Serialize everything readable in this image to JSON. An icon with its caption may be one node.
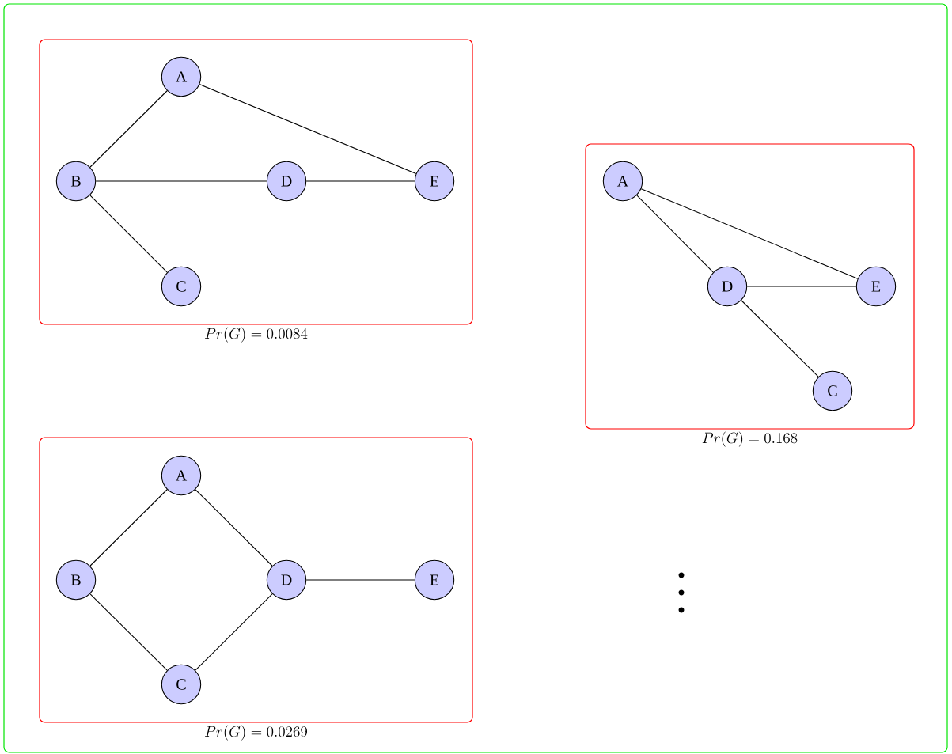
{
  "diagram": {
    "nodes": [
      {
        "text": [],
        "shape": "box"
      },
      {
        "text": [
          "Pr(G) = 0.0084"
        ],
        "in": 0
      },
      {
        "text": [
          "A"
        ],
        "in": 1
      },
      {
        "text": [
          "B"
        ],
        "in": 1
      },
      {
        "text": [
          "D"
        ],
        "in": 1
      },
      {
        "text": [
          "E"
        ],
        "in": 1
      },
      {
        "text": [
          "C"
        ],
        "in": 1
      },
      {
        "text": [
          "Pr(G) = 0.168"
        ],
        "in": 0
      },
      {
        "text": [
          "A"
        ],
        "in": 7
      },
      {
        "text": [
          "D"
        ],
        "in": 7
      },
      {
        "text": [
          "E"
        ],
        "in": 7
      },
      {
        "text": [
          "C"
        ],
        "in": 7
      },
      {
        "text": [
          "Pr(G) = 0.0269"
        ],
        "in": 0
      },
      {
        "text": [
          "A"
        ],
        "in": 12
      },
      {
        "text": [
          "B"
        ],
        "in": 12
      },
      {
        "text": [
          "D"
        ],
        "in": 12
      },
      {
        "text": [
          "E"
        ],
        "in": 12
      },
      {
        "text": [
          "C"
        ],
        "in": 12
      }
    ],
    "edges": [
      {
        "from": 3,
        "to": 2,
        "arrow": "none"
      },
      {
        "from": 2,
        "to": 5,
        "arrow": "none"
      },
      {
        "from": 3,
        "to": 4,
        "arrow": "none"
      },
      {
        "from": 4,
        "to": 5,
        "arrow": "none"
      },
      {
        "from": 3,
        "to": 6,
        "arrow": "none"
      },
      {
        "from": 8,
        "to": 9,
        "arrow": "none"
      },
      {
        "from": 8,
        "to": 10,
        "arrow": "none"
      },
      {
        "from": 9,
        "to": 10,
        "arrow": "none"
      },
      {
        "from": 9,
        "to": 11,
        "arrow": "none"
      },
      {
        "from": 14,
        "to": 13,
        "arrow": "none"
      },
      {
        "from": 13,
        "to": 15,
        "arrow": "none"
      },
      {
        "from": 14,
        "to": 17,
        "arrow": "none"
      },
      {
        "from": 17,
        "to": 15,
        "arrow": "none"
      },
      {
        "from": 15,
        "to": 16,
        "arrow": "none"
      }
    ]
  }
}
